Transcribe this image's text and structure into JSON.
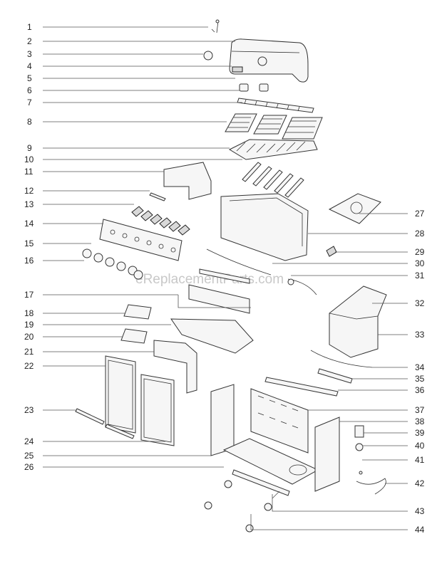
{
  "watermark": "eReplacementParts.com",
  "labels_left": [
    "1",
    "2",
    "3",
    "4",
    "5",
    "6",
    "7",
    "8",
    "9",
    "10",
    "11",
    "12",
    "13",
    "14",
    "15",
    "16",
    "17",
    "18",
    "19",
    "20",
    "21",
    "22",
    "23",
    "24",
    "25",
    "26"
  ],
  "labels_right": [
    "27",
    "28",
    "29",
    "30",
    "31",
    "32",
    "33",
    "34",
    "35",
    "36",
    "37",
    "38",
    "39",
    "40",
    "41",
    "42",
    "43",
    "44"
  ]
}
